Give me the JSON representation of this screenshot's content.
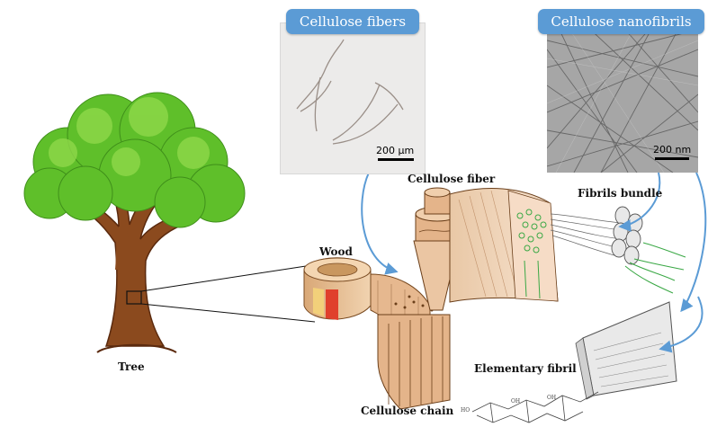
{
  "badges": {
    "fibers": "Cellulose fibers",
    "nanofibrils": "Cellulose nanofibrils"
  },
  "scalebars": {
    "fibers": "200 µm",
    "nanofibrils": "200 nm"
  },
  "labels": {
    "tree": "Tree",
    "wood": "Wood",
    "cellulose_fiber": "Cellulose fiber",
    "fibrils_bundle": "Fibrils bundle",
    "elementary_fibril": "Elementary fibril",
    "cellulose_chain": "Cellulose chain"
  },
  "colors": {
    "badge": "#5b9bd5",
    "arrow": "#5b9bd5",
    "foliage": "#5fbf2a",
    "trunk": "#8b4a1e",
    "wood": "#e8c29a"
  }
}
